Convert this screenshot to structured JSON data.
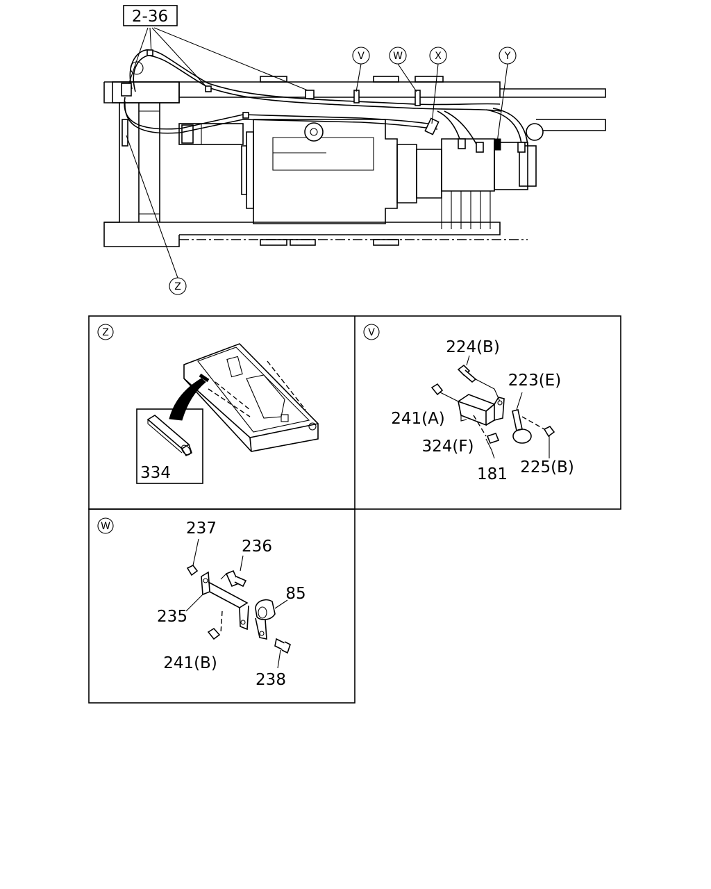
{
  "diagram": {
    "reference_box": "2-36",
    "callouts": [
      "V",
      "W",
      "X",
      "Y",
      "Z"
    ],
    "panels": {
      "Z": {
        "tag": "Z",
        "parts": [
          "334"
        ]
      },
      "V": {
        "tag": "V",
        "parts": [
          "224(B)",
          "223(E)",
          "241(A)",
          "324(F)",
          "181",
          "225(B)"
        ]
      },
      "W": {
        "tag": "W",
        "parts": [
          "237",
          "236",
          "85",
          "235",
          "241(B)",
          "238"
        ]
      }
    }
  }
}
